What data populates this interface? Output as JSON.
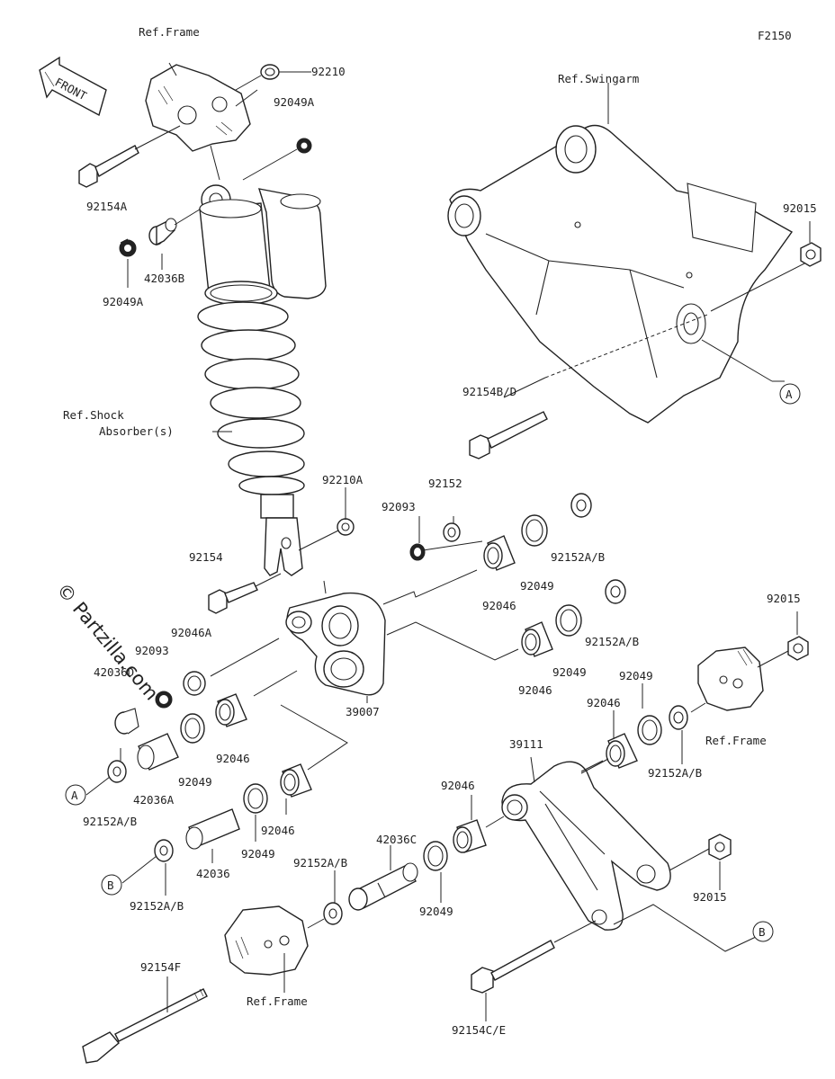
{
  "diagram": {
    "figure_code": "F2150",
    "watermark": "© Partzilla.com",
    "front_arrow": "FRONT",
    "refs": {
      "frame_top": "Ref.Frame",
      "swingarm": "Ref.Swingarm",
      "shock_line1": "Ref.Shock",
      "shock_line2": "Absorber(s)",
      "frame_right": "Ref.Frame",
      "frame_bottom": "Ref.Frame"
    },
    "callouts": {
      "A": "A",
      "B": "B"
    },
    "parts": {
      "p92210": "92210",
      "p92049A_top": "92049A",
      "p92154A": "92154A",
      "p42036B": "42036B",
      "p92049A_left": "92049A",
      "p92015_top": "92015",
      "p92154BD": "92154B/D",
      "p92210A": "92210A",
      "p92093_top": "92093",
      "p92152_top": "92152",
      "p92049_r1": "92049",
      "p92152AB_r1": "92152A/B",
      "p92154": "92154",
      "p92046_r1": "92046",
      "p92152AB_r2": "92152A/B",
      "p92049_r2": "92049",
      "p92046_r2": "92046",
      "p92046A": "92046A",
      "p92093_left": "92093",
      "p42036D": "42036D",
      "p39007": "39007",
      "p92015_right": "92015",
      "p92049_r3": "92049",
      "p92046_r3": "92046",
      "p92152AB_r3": "92152A/B",
      "p92046_l1": "92046",
      "p92049_l1": "92049",
      "p42036A": "42036A",
      "p92152AB_l1": "92152A/B",
      "p39111": "39111",
      "p92046_mid": "92046",
      "p92046_l2": "92046",
      "p92049_l2": "92049",
      "p42036": "42036",
      "p92152AB_l2": "92152A/B",
      "p42036C": "42036C",
      "p92152AB_mid": "92152A/B",
      "p92049_mid": "92049",
      "p92015_bottom": "92015",
      "p92154F": "92154F",
      "p92154CE": "92154C/E"
    }
  }
}
